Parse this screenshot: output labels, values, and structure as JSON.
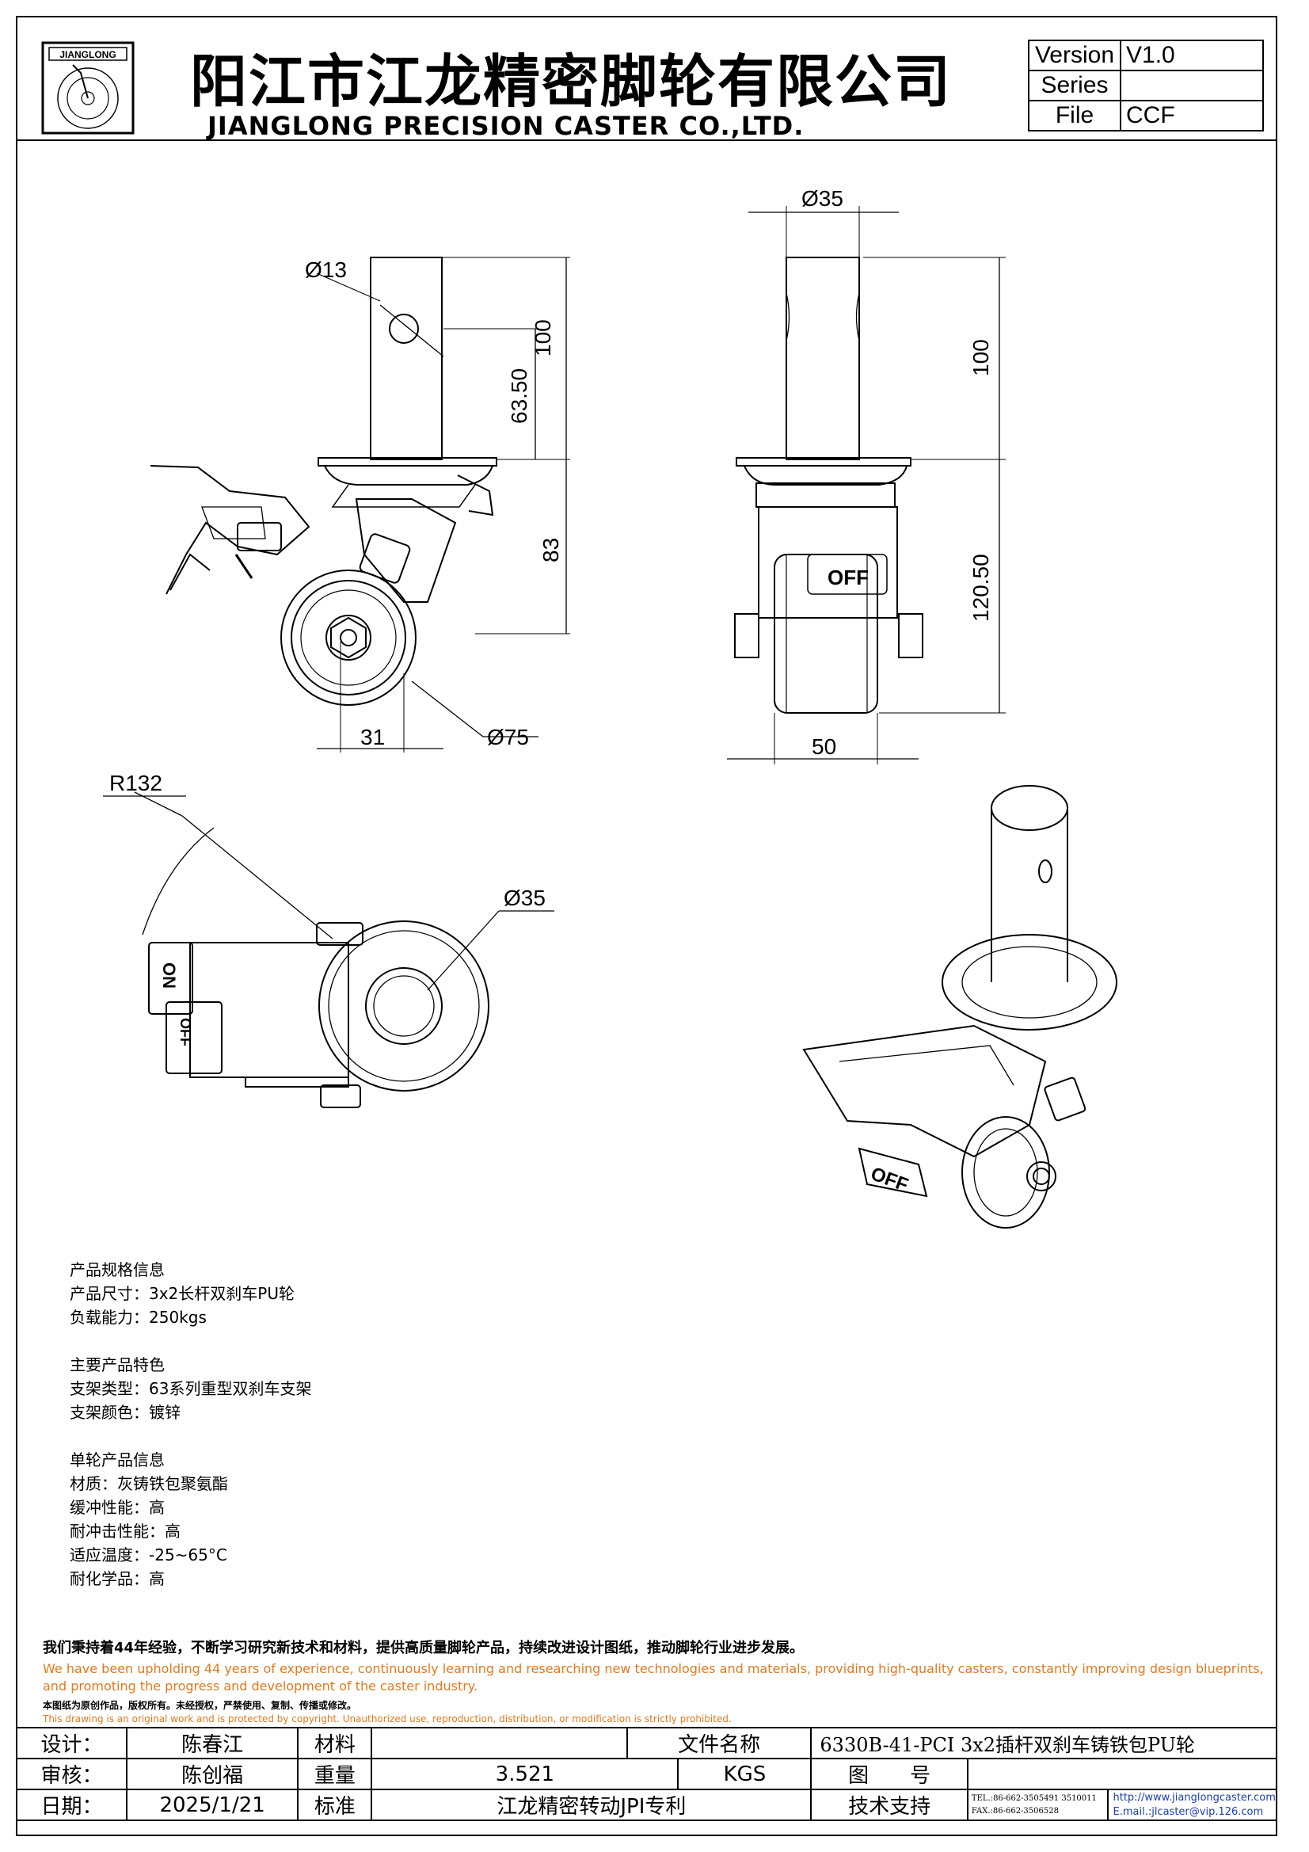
{
  "header": {
    "logo_text": "JIANGLONG",
    "company_cn": "阳江市江龙精密脚轮有限公司",
    "company_en": "JIANGLONG PRECISION CASTER CO.,LTD."
  },
  "version_box": {
    "rows": [
      {
        "key": "Version",
        "value": "V1.0"
      },
      {
        "key": "Series",
        "value": ""
      },
      {
        "key": "File",
        "value": "CCF"
      }
    ]
  },
  "dimensions": {
    "stem_hole_dia": "Ø13",
    "wheel_dia": "Ø75",
    "offset": "31",
    "stem_len_left": "100",
    "hole_pos": "63.50",
    "body_height": "83",
    "stem_dia": "Ø35",
    "stem_len_right": "100",
    "total_height": "120.50",
    "wheel_width": "50",
    "swivel_radius": "R132",
    "top_stem_dia": "Ø35",
    "label_off": "OFF",
    "label_on": "ON",
    "label_off2": "OFF"
  },
  "spec": {
    "section1_title": "产品规格信息",
    "size": "产品尺寸：3x2长杆双刹车PU轮",
    "load": "负载能力：250kgs",
    "section2_title": "主要产品特色",
    "bracket_type": "支架类型：63系列重型双刹车支架",
    "bracket_color": "支架颜色：镀锌",
    "section3_title": "单轮产品信息",
    "material": "材质：灰铸铁包聚氨酯",
    "cushion": "缓冲性能：高",
    "impact": "耐冲击性能：高",
    "temp": "适应温度：-25~65°C",
    "chemical": "耐化学品：高"
  },
  "notes": {
    "cn": "我们秉持着44年经验，不断学习研究新技术和材料，提供高质量脚轮产品，持续改进设计图纸，推动脚轮行业进步发展。",
    "en": "We have been upholding 44 years of experience, continuously learning and researching new technologies and materials, providing high-quality casters, constantly improving design blueprints, and promoting the progress and development of the caster industry.",
    "copyright_cn": "本图纸为原创作品，版权所有。未经授权，严禁使用、复制、传播或修改。",
    "copyright_en": "This drawing is an original work and is protected by copyright. Unauthorized use, reproduction, distribution, or modification is strictly prohibited."
  },
  "title_block": {
    "design_label": "设计：",
    "design_value": "陈春江",
    "material_label": "材料",
    "material_value": "",
    "filename_label": "文件名称",
    "filename_value": "6330B-41-PCI 3x2插杆双刹车铸铁包PU轮",
    "review_label": "审核：",
    "review_value": "陈创福",
    "weight_label": "重量",
    "weight_value": "3.521",
    "weight_unit": "KGS",
    "drawing_no_label": "图　　号",
    "drawing_no_value": "",
    "date_label": "日期：",
    "date_value": "2025/1/21",
    "standard_label": "标准",
    "standard_value": "江龙精密转动JPI专利",
    "support_label": "技术支持",
    "tel": "TEL.:86-662-3505491 3510011",
    "fax": "FAX.:86-662-3506528",
    "web": "http://www.jianglongcaster.com",
    "email": "E.mail.:jlcaster@vip.126.com"
  }
}
